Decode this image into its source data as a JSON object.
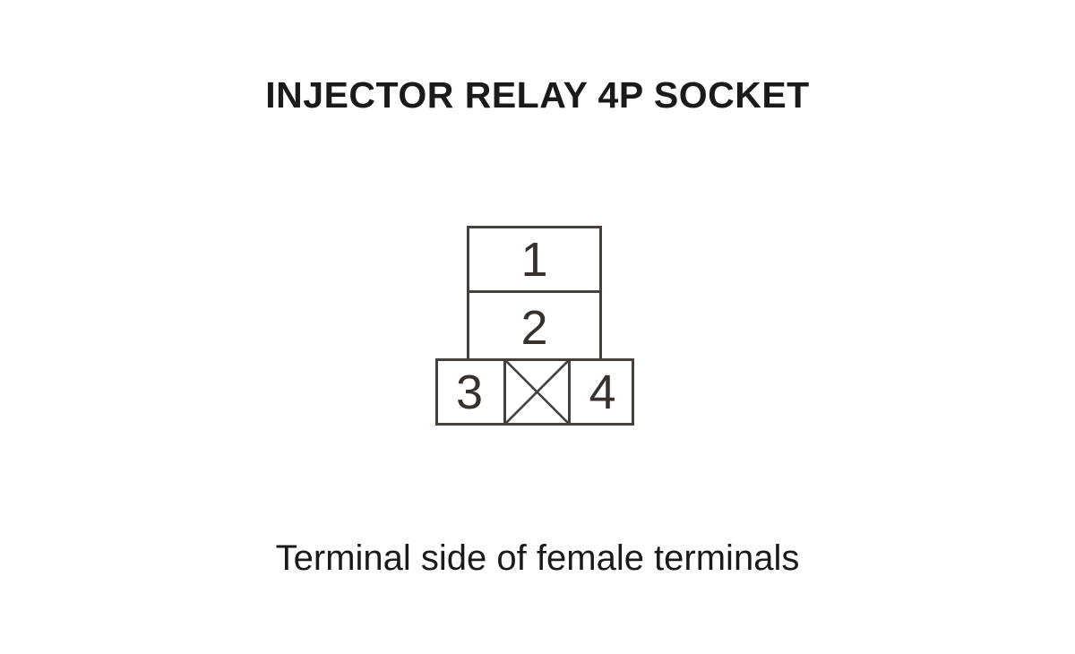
{
  "page": {
    "title": "INJECTOR RELAY 4P SOCKET",
    "caption": "Terminal side of female terminals"
  },
  "diagram": {
    "type": "connector-pinout",
    "description": "4-pin relay socket outline, viewed from terminal side",
    "pins": [
      {
        "label": "1",
        "position": "top-cell"
      },
      {
        "label": "2",
        "position": "middle-cell"
      },
      {
        "label": "3",
        "position": "bottom-left-cell"
      },
      {
        "label": "4",
        "position": "bottom-right-cell"
      }
    ],
    "keyway": "crossed-box between pins 3 and 4"
  },
  "theme": {
    "background": "#ffffff",
    "line": "#46403d",
    "digit": "#37302d",
    "text": "#1a1a1a"
  }
}
